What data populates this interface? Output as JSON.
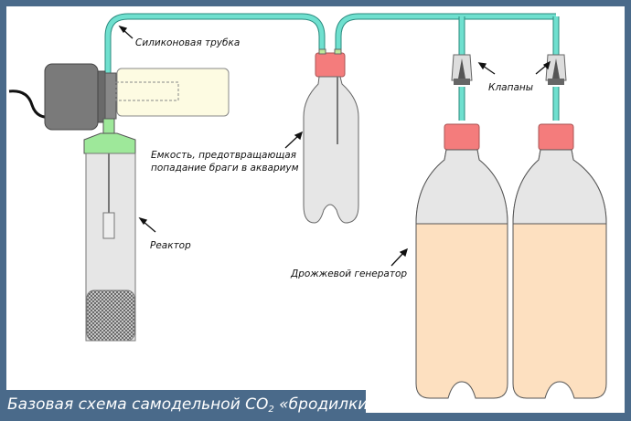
{
  "labels": {
    "tube": "Силиконовая трубка",
    "trap_line1": "Емкость, предотвращающая",
    "trap_line2": "попадание браги в аквариум",
    "reactor": "Реактор",
    "valves": "Клапаны",
    "generator": "Дрожжевой генератор"
  },
  "caption": {
    "prefix": "Базовая схема самодельной CO",
    "subscript": "2",
    "suffix": " «бродилки»"
  },
  "colors": {
    "frame": "#4a6a8a",
    "tube": "#6fe0cf",
    "cap": "#f47c7c",
    "reactor_cap": "#9ee89a",
    "bottle": "#e6e6e6",
    "liquid": "#fde0c0",
    "pump": "#7a7a7a",
    "filter": "#fdfbe2"
  }
}
